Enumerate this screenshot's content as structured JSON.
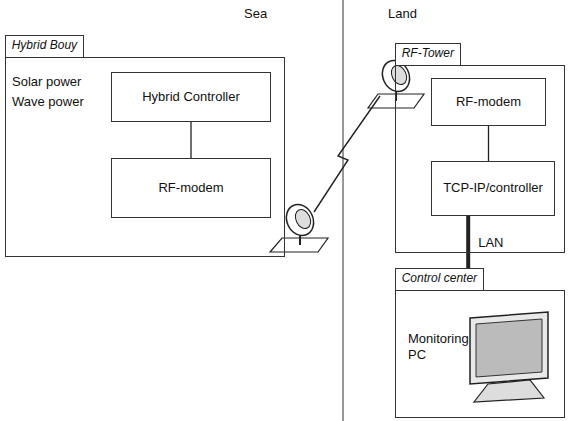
{
  "diagram": {
    "nodes": [
      {
        "text": [
          "Hybrid Bouy",
          "Solar power",
          "Wave power"
        ]
      },
      {
        "text": [
          "Hybrid Controller"
        ],
        "in": 0
      },
      {
        "text": [
          "RF-modem"
        ],
        "in": 0
      },
      {
        "text": [
          "RF-Tower"
        ]
      },
      {
        "text": [
          "RF-modem"
        ],
        "in": 3
      },
      {
        "text": [
          "TCP-IP/controller"
        ],
        "in": 3
      },
      {
        "text": [
          "Control center",
          "Monitoring PC"
        ]
      }
    ],
    "edges": [
      {
        "from": 1,
        "to": 2,
        "arrow": "none"
      },
      {
        "from": 4,
        "to": 5,
        "arrow": "none"
      },
      {
        "from": 5,
        "to": 6,
        "arrow": "none",
        "label": "LAN"
      }
    ],
    "labels": [
      "Sea",
      "Land"
    ]
  }
}
